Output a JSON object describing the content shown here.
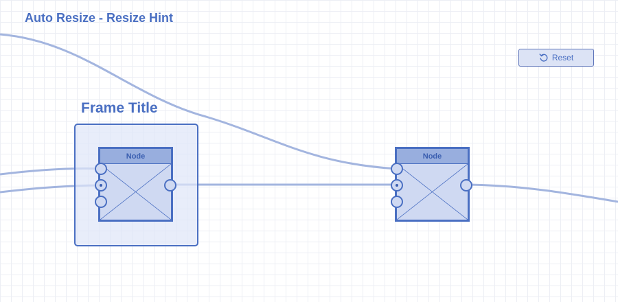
{
  "page": {
    "title": "Auto Resize - Resize Hint"
  },
  "toolbar": {
    "reset_label": "Reset",
    "reset_icon": "rotate-ccw-icon"
  },
  "frame": {
    "title": "Frame Title"
  },
  "nodes": [
    {
      "label": "Node"
    },
    {
      "label": "Node"
    }
  ],
  "colors": {
    "accent": "#4a6fc2",
    "wire": "#a3b5df",
    "node_fill": "#cfd9f2",
    "node_header": "#98aede",
    "frame_fill": "#e6ecf9",
    "grid": "#eceef4"
  }
}
